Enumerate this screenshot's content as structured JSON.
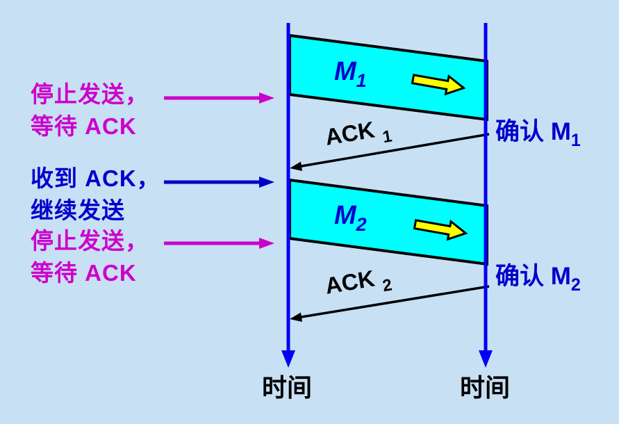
{
  "diagram_type": "stop-and-wait protocol sequence diagram",
  "colors": {
    "background": "#C8E0F4",
    "timeline_blue": "#0000F5",
    "message_fill_cyan": "#00FFFF",
    "outline_black": "#000000",
    "direction_arrow_yellow": "#FFFF00",
    "annotation_magenta": "#CC00CC",
    "annotation_blue": "#0000CC"
  },
  "sender_annotations": [
    {
      "line1": "停止发送，",
      "line2": "等待 ACK",
      "color": "magenta"
    },
    {
      "line1": "收到 ACK，",
      "line2": "继续发送",
      "color": "blue"
    },
    {
      "line1": "停止发送，",
      "line2": "等待 ACK",
      "color": "magenta"
    }
  ],
  "messages": [
    {
      "label": "M",
      "sub": "1"
    },
    {
      "label": "M",
      "sub": "2"
    }
  ],
  "acks": [
    {
      "label": "ACK",
      "sub": "1"
    },
    {
      "label": "ACK",
      "sub": "2"
    }
  ],
  "receiver_annotations": [
    {
      "label": "确认 M",
      "sub": "1"
    },
    {
      "label": "确认 M",
      "sub": "2"
    }
  ],
  "time_axis": {
    "sender": "时间",
    "receiver": "时间"
  },
  "icons": [
    "right-block-arrow-icon (yellow, inside M1 frame)",
    "right-block-arrow-icon (yellow, inside M2 frame)"
  ]
}
